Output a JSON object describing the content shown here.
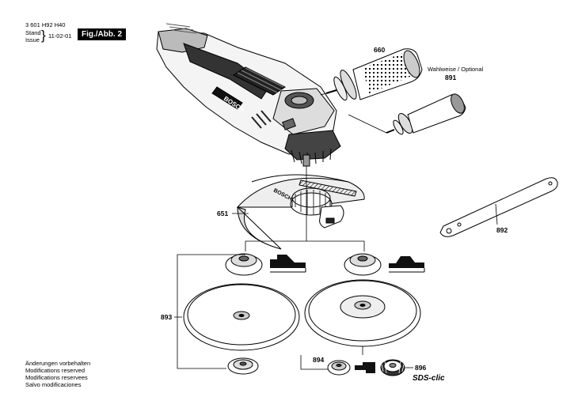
{
  "header": {
    "doc_number": "3 601 H92 H40",
    "stand_label": "Stand",
    "issue_label": "Issue",
    "date": "11-02-01",
    "figure_label": "Fig./Abb. 2"
  },
  "optional_note": "Wahlweise / Optional",
  "brand_text": "BOSCH",
  "parts": {
    "p660": "660",
    "p891": "891",
    "p651": "651",
    "p892": "892",
    "p893": "893",
    "p894": "894",
    "p896": "896"
  },
  "sds_label": "SDS-clic",
  "footer_notes": [
    "Änderungen vorbehalten",
    "Modifications reserved",
    "Modifications reservees",
    "Salvo modificaciones"
  ]
}
